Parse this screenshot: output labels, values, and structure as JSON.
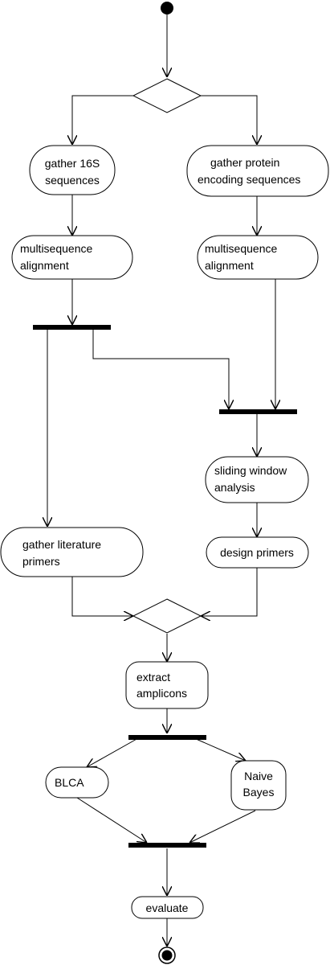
{
  "activities": {
    "gather_16s": [
      "gather 16S",
      "sequences"
    ],
    "gather_protein": [
      "gather protein",
      "encoding sequences"
    ],
    "msa_left": [
      "multisequence",
      "alignment"
    ],
    "msa_right": [
      "multisequence",
      "alignment"
    ],
    "sliding_window": [
      "sliding window",
      "analysis"
    ],
    "gather_literature": [
      "gather literature",
      "primers"
    ],
    "design_primers": [
      "design primers"
    ],
    "extract_amplicons": [
      "extract",
      "amplicons"
    ],
    "blca": [
      "BLCA"
    ],
    "naive_bayes": [
      "Naive",
      "Bayes"
    ],
    "evaluate": [
      "evaluate"
    ]
  }
}
